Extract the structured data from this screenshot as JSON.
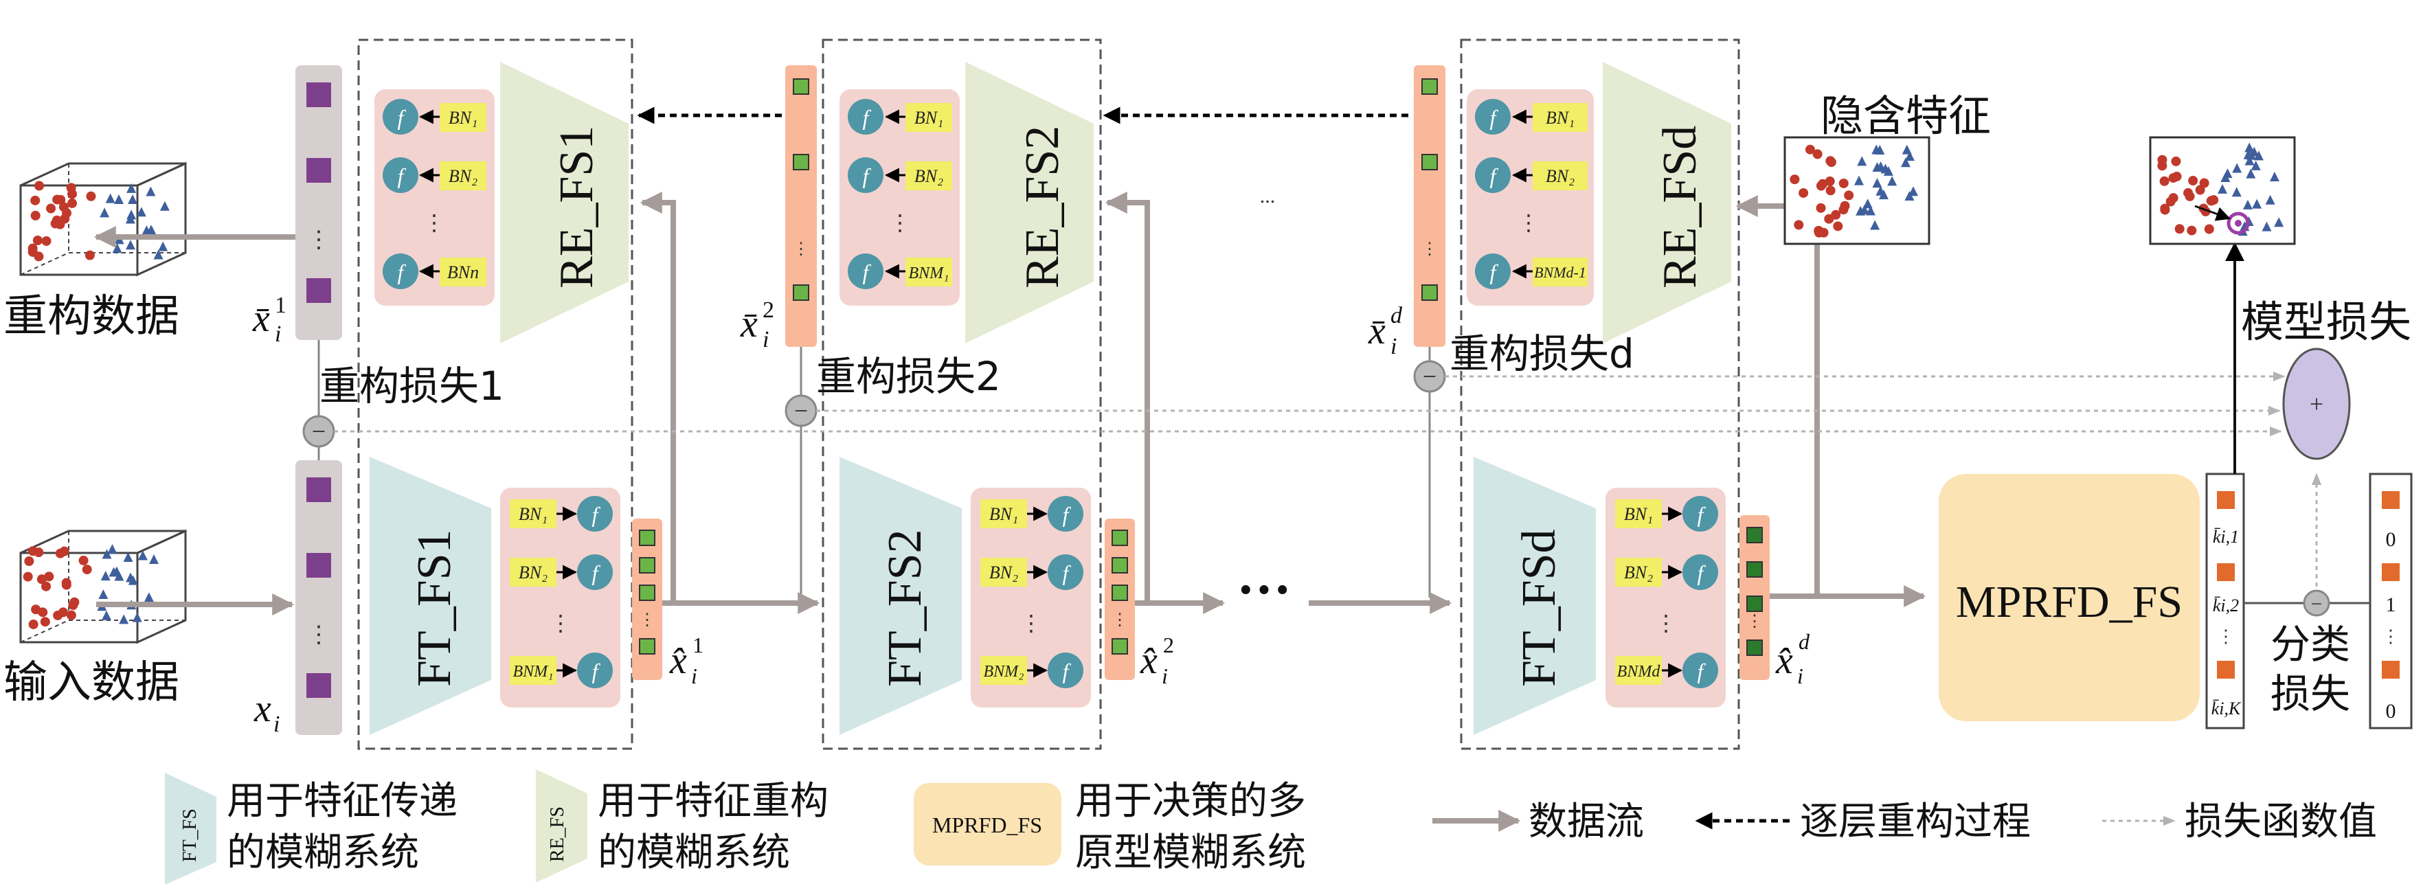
{
  "labels": {
    "recon_data": "重构数据",
    "input_data": "输入数据",
    "hidden_feature": "隐含特征",
    "model_loss": "模型损失",
    "class_loss_1": "分类",
    "class_loss_2": "损失",
    "ellipsis": "···",
    "plus": "+",
    "minus": "−"
  },
  "blocks": {
    "re_fs1": "RE_FS1",
    "re_fs2": "RE_FS2",
    "re_fsd": "RE_FSd",
    "ft_fs1": "FT_FS1",
    "ft_fs2": "FT_FS2",
    "ft_fsd": "FT_FSd",
    "mprfd": "MPRFD_FS"
  },
  "recon_losses": {
    "loss1": "重构损失1",
    "loss2": "重构损失2",
    "lossd": "重构损失d"
  },
  "vectors": {
    "x_i": "x_i",
    "xbar1": "x̄_i^1",
    "xbar2": "x̄_i^2",
    "xbard": "x̄_i^d",
    "xhat1": "x̂_i^1",
    "xhat2": "x̂_i^2",
    "xhatd": "x̂_i^d"
  },
  "bn_labels": {
    "bn1": "BN1",
    "bn2": "BN2",
    "bnn": "BNn",
    "bnm1": "BNM1",
    "bnm2": "BNM2",
    "bnmd1": "BNMd-1",
    "bnmd": "BNMd",
    "f": "f"
  },
  "k_labels": [
    "k̄i,1",
    "k̄i,2",
    "k̄i,K"
  ],
  "onehot_values": [
    "0",
    "1",
    "0"
  ],
  "legend": {
    "ft_icon": "FT_FS",
    "ft_text1": "用于特征传递",
    "ft_text2": "的模糊系统",
    "re_icon": "RE_FS",
    "re_text1": "用于特征重构",
    "re_text2": "的模糊系统",
    "mprfd_icon": "MPRFD_FS",
    "mprfd_text1": "用于决策的多",
    "mprfd_text2": "原型模糊系统",
    "data_flow": "数据流",
    "layer_recon": "逐层重构过程",
    "loss_value": "损失函数值"
  },
  "colors": {
    "ft_fill": "#d3e6e6",
    "re_fill": "#e4ebd2",
    "mprfd_fill": "#fbe3b3",
    "bn_panel": "#f3d3cf",
    "bn_box": "#f2ee66",
    "f_circle": "#4f96a6",
    "purple": "#7d3f8c",
    "orange_vec": "#f9b89a",
    "green_sq": "#6bb548",
    "dark_green_sq": "#2c7a2c",
    "grey_vec": "#d7cfcf",
    "loss_ellipse": "#ccc3e4",
    "red_dot": "#c0392b",
    "blue_tri": "#3f5f9c",
    "arrow": "#a59c99"
  }
}
